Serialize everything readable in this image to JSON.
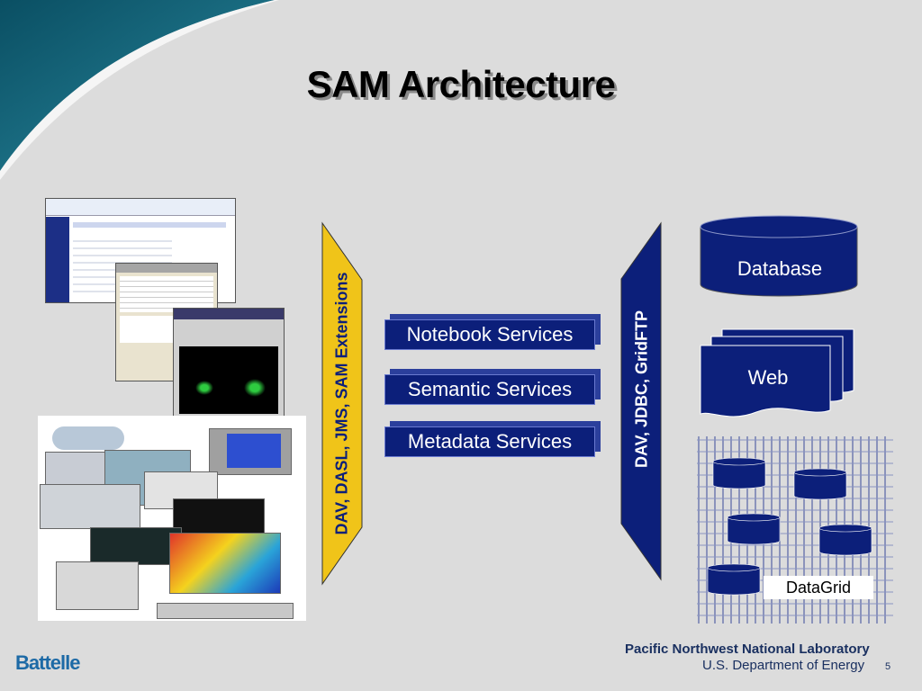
{
  "title": "SAM Architecture",
  "services": [
    {
      "label": "Notebook Services"
    },
    {
      "label": "Semantic Services"
    },
    {
      "label": "Metadata Services"
    }
  ],
  "left_bar": {
    "label": "DAV, DASL, JMS, SAM Extensions",
    "fill": "#f0c419",
    "text_color": "#0c1f7a"
  },
  "right_bar": {
    "label": "DAV, JDBC, GridFTP",
    "fill": "#0c1f7a",
    "text_color": "#ffffff"
  },
  "database": {
    "label": "Database"
  },
  "web": {
    "label": "Web"
  },
  "datagrid": {
    "label": "DataGrid"
  },
  "footer": {
    "org": "Pacific Northwest National Laboratory",
    "dept": "U.S. Department of Energy",
    "page": "5",
    "logo": "Battelle"
  },
  "colors": {
    "navy": "#0c1f7a",
    "gold": "#f0c419",
    "background": "#dcdcdc",
    "teal_swoosh": "#0f6b7d"
  }
}
